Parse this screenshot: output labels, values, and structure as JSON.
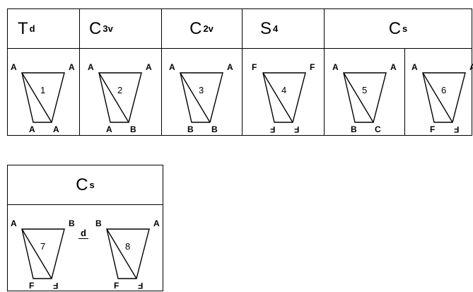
{
  "top_table": {
    "headers": [
      {
        "main": "T",
        "sub": "d"
      },
      {
        "main": "C",
        "sub": "3v"
      },
      {
        "main": "C",
        "sub": "2v"
      },
      {
        "main": "S",
        "sub": "4"
      },
      {
        "main": "C",
        "sub": "s"
      }
    ],
    "cells": [
      {
        "number": "1",
        "top_left": "A",
        "top_right": "A",
        "bottom_left": "A",
        "bottom_right": "A"
      },
      {
        "number": "2",
        "top_left": "A",
        "top_right": "A",
        "bottom_left": "A",
        "bottom_right": "B"
      },
      {
        "number": "3",
        "top_left": "A",
        "top_right": "A",
        "bottom_left": "B",
        "bottom_right": "B"
      },
      {
        "number": "4",
        "top_left": "F",
        "top_right": "F",
        "bottom_left": "F",
        "bottom_right": "F"
      },
      {
        "number": "5",
        "top_left": "A",
        "top_right": "A",
        "bottom_left": "B",
        "bottom_right": "C"
      },
      {
        "number": "6",
        "top_left": "A",
        "top_right": "A",
        "bottom_left": "F",
        "bottom_right": "F"
      }
    ]
  },
  "bottom_table": {
    "header": {
      "main": "C",
      "sub": "s"
    },
    "separator": "d",
    "cells": [
      {
        "number": "7",
        "top_left": "A",
        "top_right": "B",
        "bottom_left": "F",
        "bottom_right": "F"
      },
      {
        "number": "8",
        "top_left": "B",
        "top_right": "A",
        "bottom_left": "F",
        "bottom_right": "F"
      }
    ]
  }
}
